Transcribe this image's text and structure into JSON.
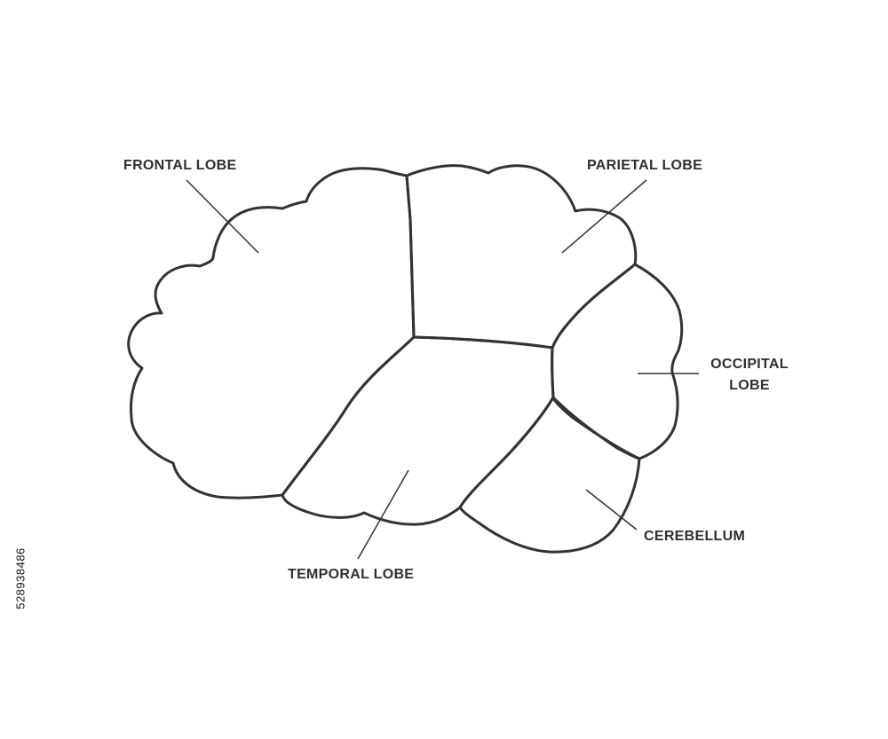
{
  "labels": {
    "frontal": "FRONTAL LOBE",
    "parietal": "PARIETAL LOBE",
    "occipital_line1": "OCCIPITAL",
    "occipital_line2": "LOBE",
    "temporal": "TEMPORAL LOBE",
    "cerebellum": "CEREBELLUM"
  },
  "stock_id": "528938486",
  "colors": {
    "outline": "#333333",
    "background": "#ffffff",
    "text": "#2f2f2f"
  }
}
